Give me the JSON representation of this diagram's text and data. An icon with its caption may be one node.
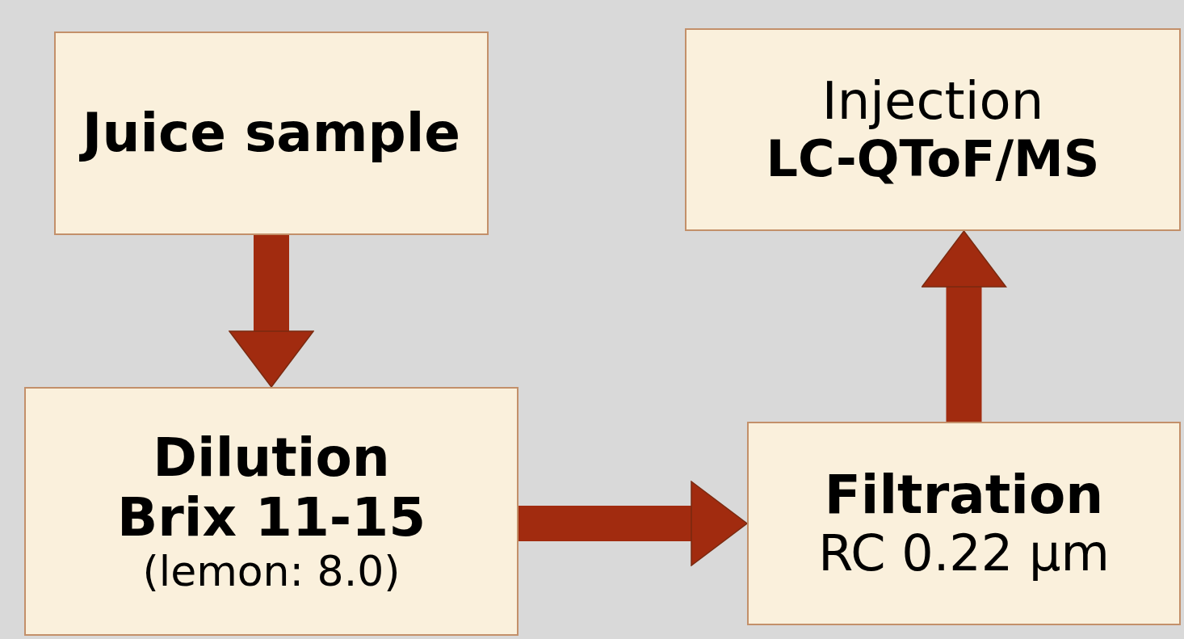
{
  "diagram": {
    "nodes": [
      {
        "text": [
          "Juice sample"
        ]
      },
      {
        "text": [
          "Injection",
          "LC-QToF/MS"
        ]
      },
      {
        "text": [
          "Dilution",
          "Brix 11-15",
          "(lemon: 8.0)"
        ]
      },
      {
        "text": [
          "Filtration",
          "RC 0.22 µm"
        ]
      }
    ],
    "edges": [
      {
        "from": 0,
        "to": 2,
        "arrow": "to"
      },
      {
        "from": 2,
        "to": 3,
        "arrow": "to"
      },
      {
        "from": 3,
        "to": 1,
        "arrow": "to"
      }
    ]
  }
}
